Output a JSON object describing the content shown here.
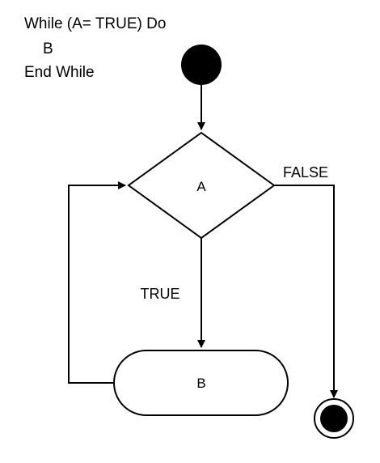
{
  "pseudocode": {
    "line1": "While (A= TRUE) Do",
    "line2": "B",
    "line3": "End While"
  },
  "diagram": {
    "decision_label": "A",
    "process_label": "B",
    "true_branch_label": "TRUE",
    "false_branch_label": "FALSE"
  }
}
